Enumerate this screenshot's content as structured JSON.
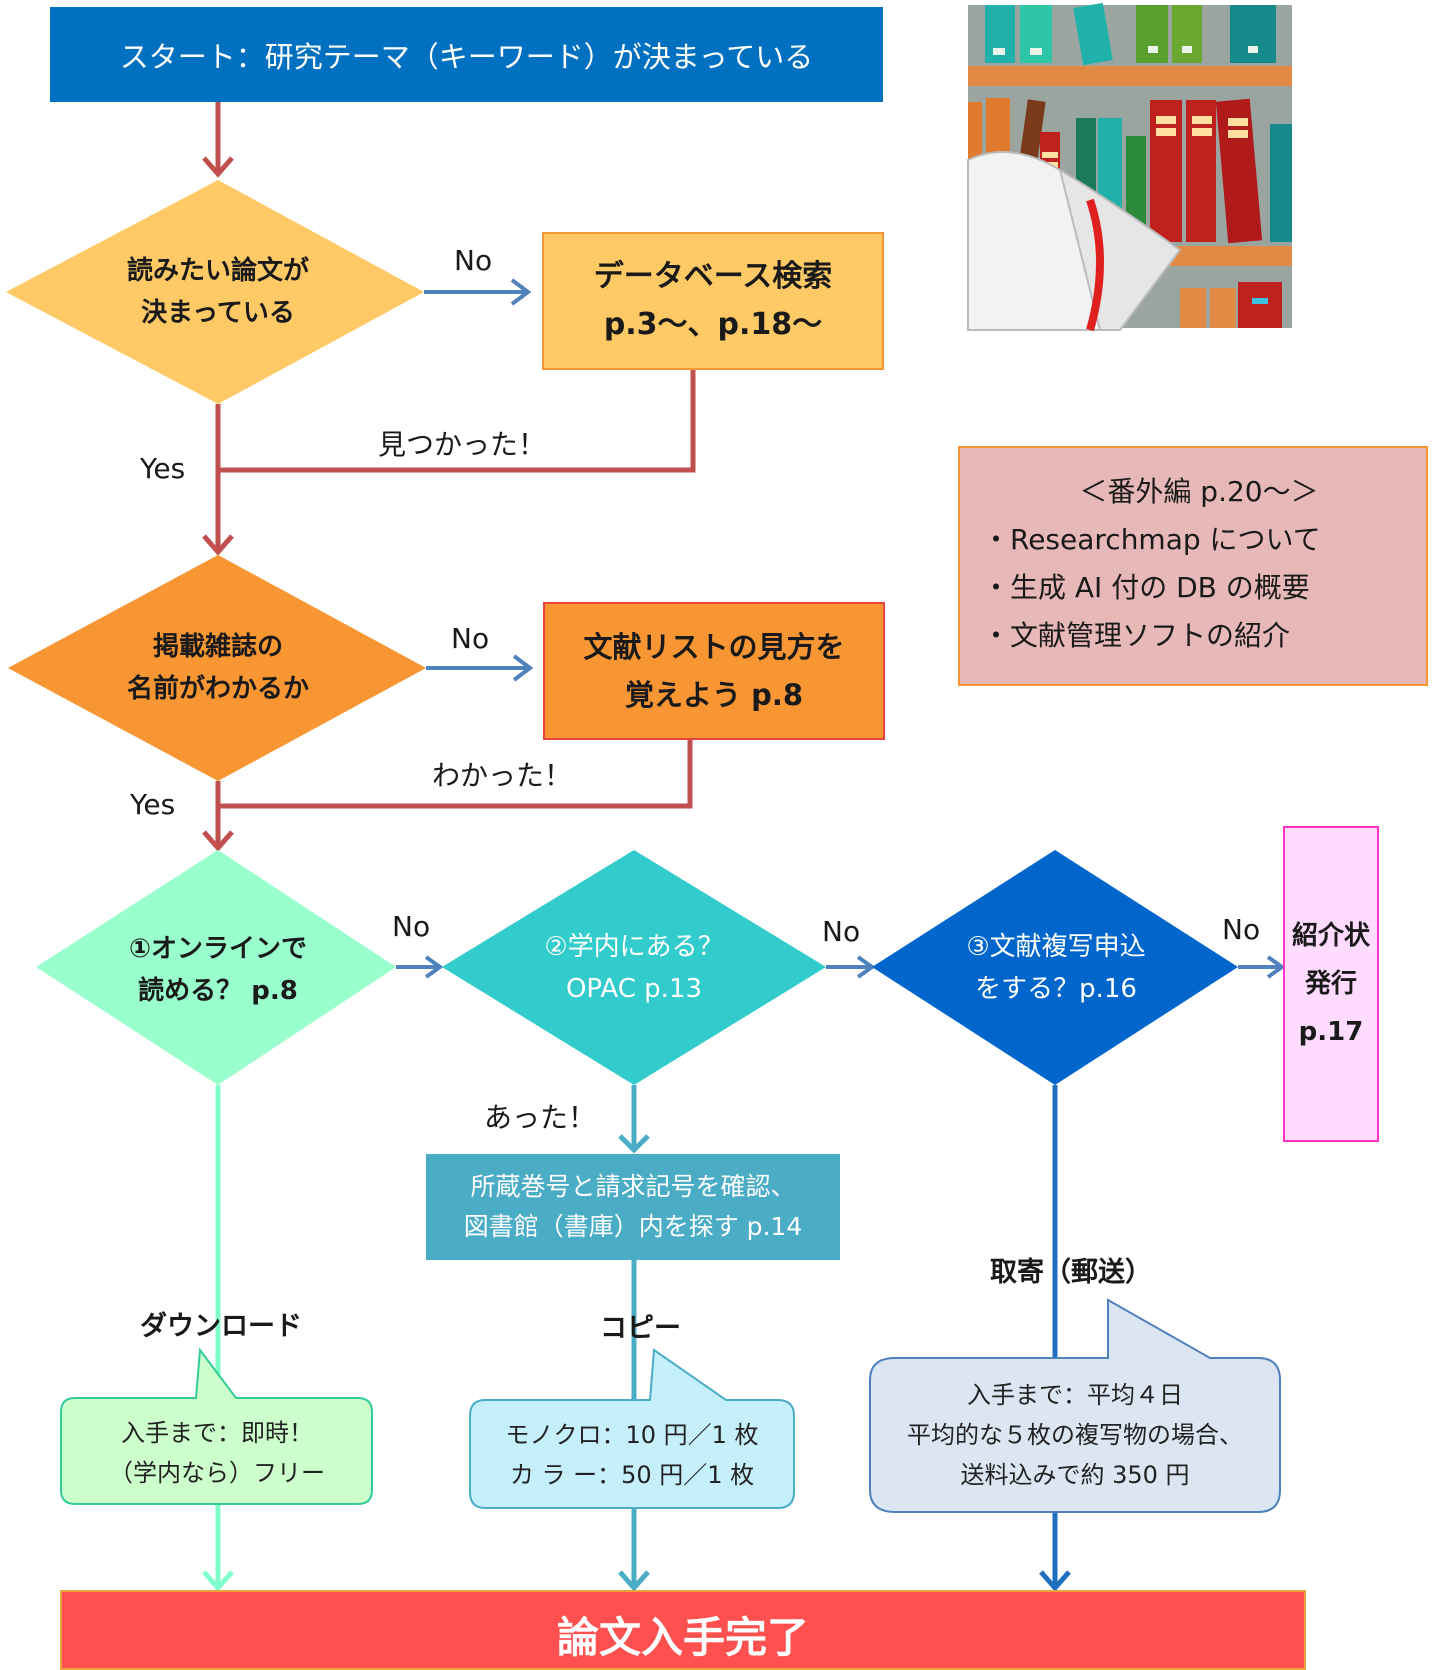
{
  "start": {
    "text": "スタート：研究テーマ（キーワード）が決まっている"
  },
  "decision1": {
    "line1": "読みたい論文が",
    "line2": "決まっている"
  },
  "database": {
    "line1": "データベース検索",
    "line2": "p.3～、p.18～"
  },
  "decision2": {
    "line1": "掲載雑誌の",
    "line2": "名前がわかるか"
  },
  "reflist": {
    "line1": "文献リストの見方を",
    "line2": "覚えよう p.8"
  },
  "decision_online": {
    "line1": "①オンラインで",
    "line2": "読める？ p.8"
  },
  "decision_opac": {
    "line1": "②学内にある？",
    "line2": "OPAC p.13"
  },
  "decision_copy": {
    "line1": "③文献複写申込",
    "line2": "をする？p.16"
  },
  "intro_letter": {
    "line1": "紹介状",
    "line2": "発行",
    "line3": "p.17"
  },
  "shelf": {
    "line1": "所蔵巻号と請求記号を確認、",
    "line2": "図書館（書庫）内を探す p.14"
  },
  "extras": {
    "title": "＜番外編 p.20～＞",
    "items": [
      "・Researchmap について",
      "・生成 AI 付の DB の概要",
      "・文献管理ソフトの紹介"
    ]
  },
  "labels": {
    "no1": "No",
    "no2": "No",
    "no3": "No",
    "no4": "No",
    "no5": "No",
    "yes1": "Yes",
    "yes2": "Yes",
    "found": "見つかった！",
    "understood": "わかった！",
    "exists": "あった！",
    "download": "ダウンロード",
    "copy": "コピー",
    "mail": "取寄（郵送）"
  },
  "bubbles": {
    "online": {
      "line1": "入手まで：即時！",
      "line2": "（学内なら）フリー"
    },
    "copy": {
      "line1": "モノクロ：10 円／1 枚",
      "line2": "カ ラ ー：50 円／1 枚"
    },
    "mail": {
      "line1": "入手まで：平均４日",
      "line2": "平均的な５枚の複写物の場合、",
      "line3": "送料込みで約 350 円"
    }
  },
  "finish": {
    "text": "論文入手完了"
  },
  "colors": {
    "start": "#0070c0",
    "decision1": "#ffc966",
    "database": "#ffc966",
    "decision2": "#f79633",
    "reflist": "#f79633",
    "online": "#99ffcc",
    "opac": "#33cccc",
    "copy_req": "#0066cc",
    "letter": "#ffdcff",
    "shelf": "#4bacc6",
    "extras": "#e6b8b7",
    "finish": "#ff5050",
    "arrow_red": "#c0504d",
    "arrow_blue": "#4f81bd"
  }
}
